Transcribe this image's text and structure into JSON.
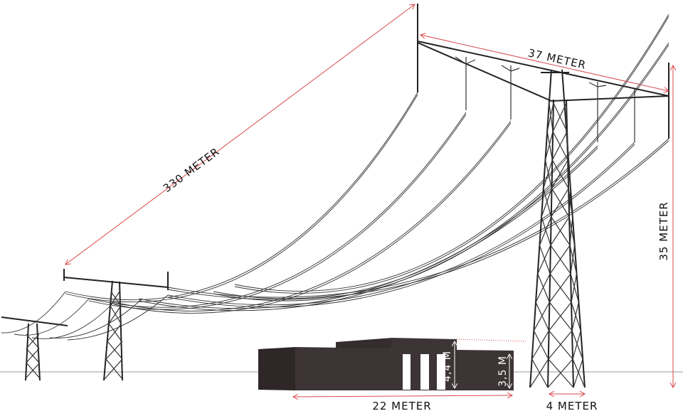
{
  "labels": {
    "span": "330 METER",
    "crossarm": "37 METER",
    "height": "35 METER",
    "building_width": "22 METER",
    "tower_base": "4 METER",
    "building_tall": "4,4 M",
    "building_low": "3,5 M"
  },
  "colors": {
    "dimension": "#d9494b",
    "building": "#3d3435",
    "building_side": "#2e2627",
    "line": "#222222"
  }
}
